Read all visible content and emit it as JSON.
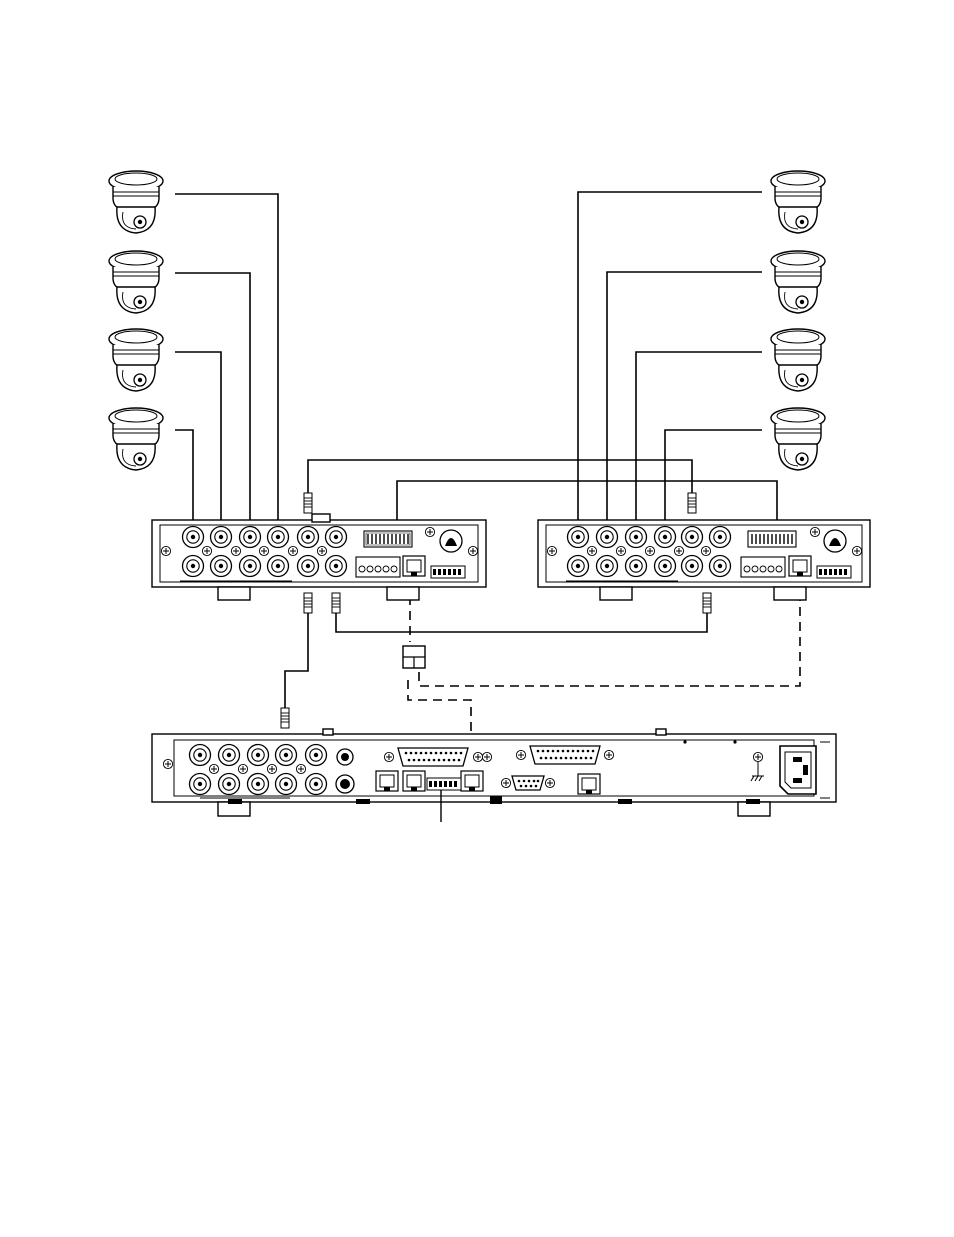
{
  "figure": {
    "type": "connection-diagram",
    "colors": {
      "line": "#000000",
      "background": "#ffffff"
    },
    "cameras": [
      {
        "group": "left",
        "count": 4,
        "icon": "dome-camera-icon"
      },
      {
        "group": "right",
        "count": 4,
        "icon": "dome-camera-icon"
      }
    ],
    "units": [
      {
        "role": "left-receiver-unit",
        "video_inputs": 8
      },
      {
        "role": "right-receiver-unit",
        "video_inputs": 8
      },
      {
        "role": "system-controller",
        "video_inputs": 10
      }
    ],
    "connections": [
      {
        "from": "left-camera-1",
        "to": "left-unit-input-4",
        "style": "solid"
      },
      {
        "from": "left-camera-2",
        "to": "left-unit-input-3",
        "style": "solid"
      },
      {
        "from": "left-camera-3",
        "to": "left-unit-input-2",
        "style": "solid"
      },
      {
        "from": "left-camera-4",
        "to": "left-unit-input-1",
        "style": "solid"
      },
      {
        "from": "right-camera-1",
        "to": "right-unit-input-1",
        "style": "solid"
      },
      {
        "from": "right-camera-2",
        "to": "right-unit-input-2",
        "style": "solid"
      },
      {
        "from": "right-camera-3",
        "to": "right-unit-input-3",
        "style": "solid"
      },
      {
        "from": "right-camera-4",
        "to": "right-unit-input-4",
        "style": "solid"
      },
      {
        "from": "left-unit",
        "to": "right-unit",
        "style": "solid",
        "kind": "video-link"
      },
      {
        "from": "left-unit-terminal",
        "to": "right-unit-terminal",
        "style": "solid",
        "kind": "data-link"
      },
      {
        "from": "left-unit",
        "to": "right-unit",
        "style": "solid",
        "kind": "loop-link"
      },
      {
        "from": "left-unit",
        "to": "controller-video-input",
        "style": "solid"
      },
      {
        "from": "right-unit-modular",
        "to": "controller-modular",
        "style": "dashed",
        "via": "junction-box"
      },
      {
        "from": "left-unit-modular",
        "to": "junction-box",
        "style": "dashed"
      }
    ]
  }
}
